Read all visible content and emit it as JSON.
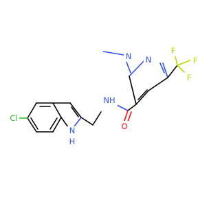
{
  "molecule": {
    "atoms": {
      "cl": "Cl",
      "nh_n": "N",
      "nh_h": "H",
      "amide_nh": "NH",
      "o": "O",
      "n1": "N",
      "n2": "N",
      "f1": "F",
      "f2": "F",
      "f3": "F"
    },
    "colors": {
      "carbon": "#000000",
      "nitrogen": "#3050f8",
      "oxygen": "#ff0d0d",
      "fluorine": "#b3e000",
      "chlorine": "#1fc01f"
    }
  }
}
